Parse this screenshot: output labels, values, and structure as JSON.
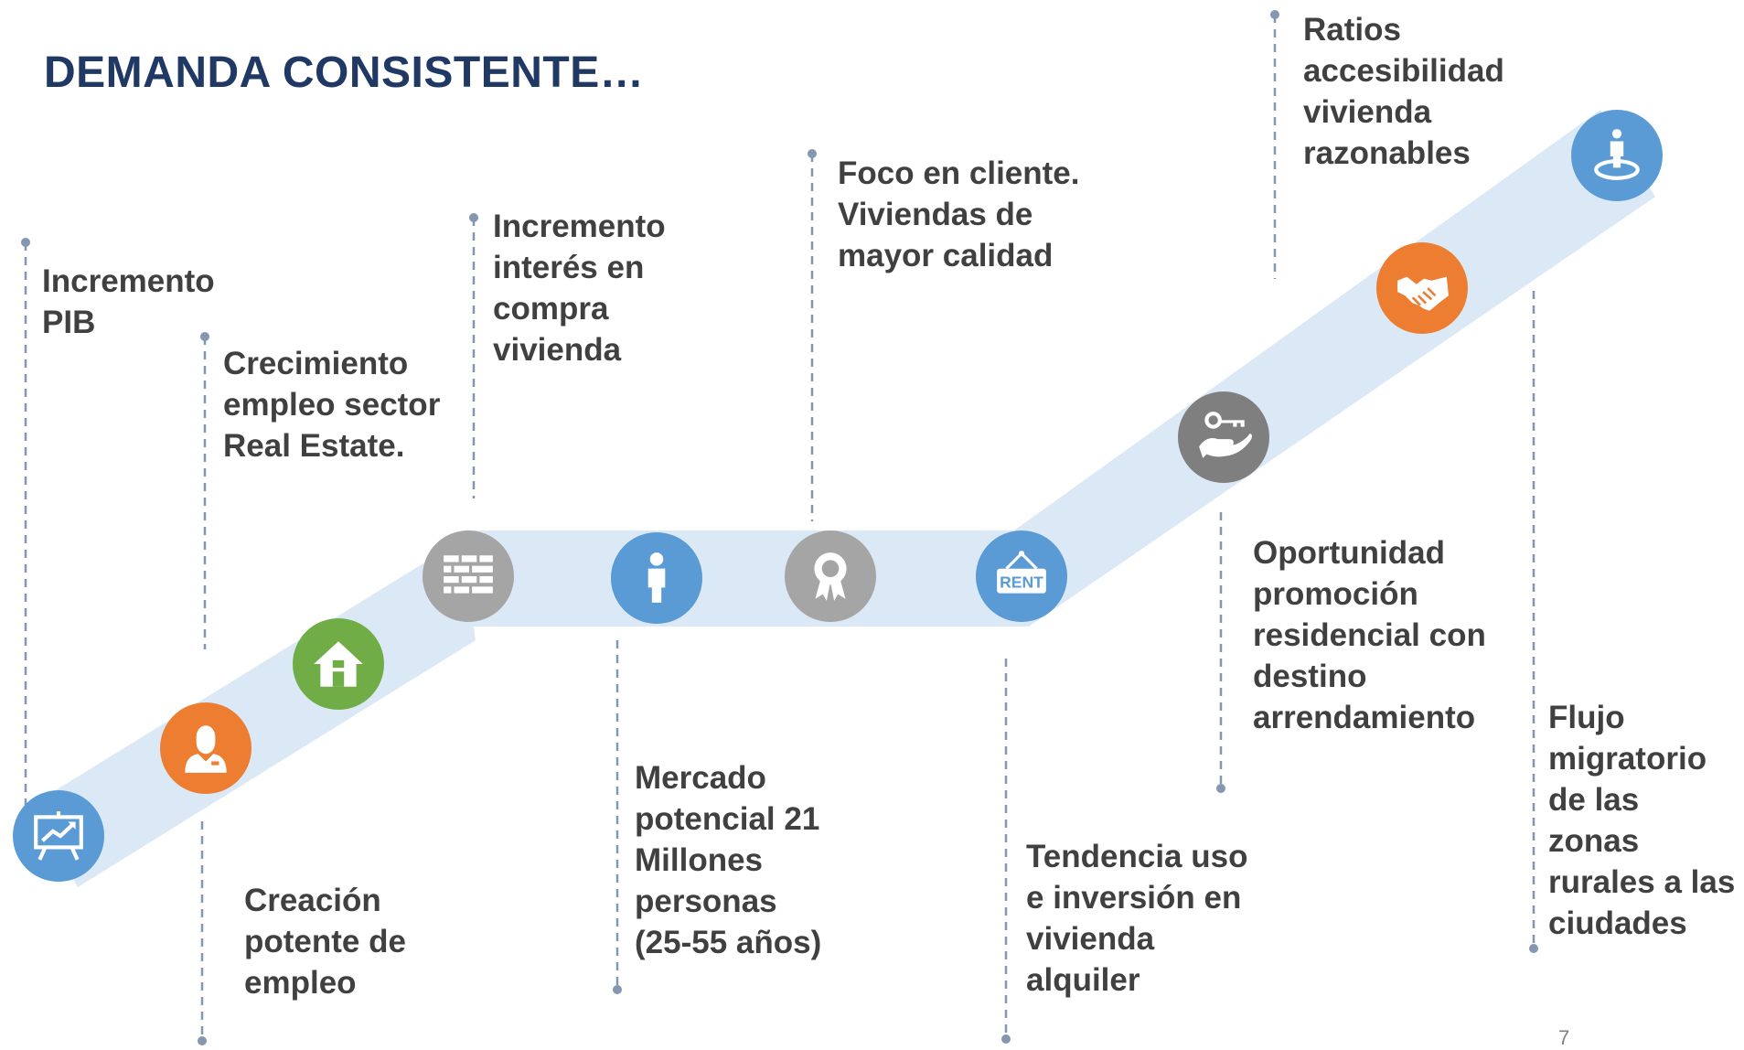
{
  "title": "DEMANDA CONSISTENTE…",
  "page_number": "7",
  "colors": {
    "title": "#1f3864",
    "band": "#dbe8f6",
    "blue": "#5b9bd5",
    "orange": "#ed7d31",
    "green": "#70ad47",
    "gray": "#a5a5a5",
    "dark_gray": "#7f7f7f",
    "text": "#404040"
  },
  "labels": {
    "pib": "Incremento\nPIB",
    "empleo_sector": "Crecimiento\nempleo sector\nReal Estate.",
    "interes_compra": "Incremento\ninterés en\ncompra\nvivienda",
    "foco_cliente": "Foco en cliente.\nViviendas de\nmayor calidad",
    "ratios": "Ratios\naccesibilidad\nvivienda\nrazonables",
    "creacion_empleo": "Creación\npotente de\nempleo",
    "mercado": "Mercado\npotencial 21\nMillones\npersonas\n(25-55 años)",
    "tendencia": "Tendencia uso\ne inversión en\nvivienda\nalquiler",
    "oportunidad": "Oportunidad\npromoción\nresidencial con\ndestino\narrendamiento",
    "flujo": "Flujo\nmigratorio\nde las\nzonas\nrurales a las\nciudades"
  },
  "icons": {
    "n1": "presentation-chart-icon",
    "n2": "businessman-icon",
    "n3": "home-icon",
    "n4": "brick-wall-icon",
    "n5": "person-icon",
    "n6": "award-ribbon-icon",
    "n7": "rent-sign-icon",
    "n8": "key-in-hand-icon",
    "n9": "handshake-icon",
    "n10": "person-on-location-icon"
  },
  "rent_sign_text": "RENT"
}
